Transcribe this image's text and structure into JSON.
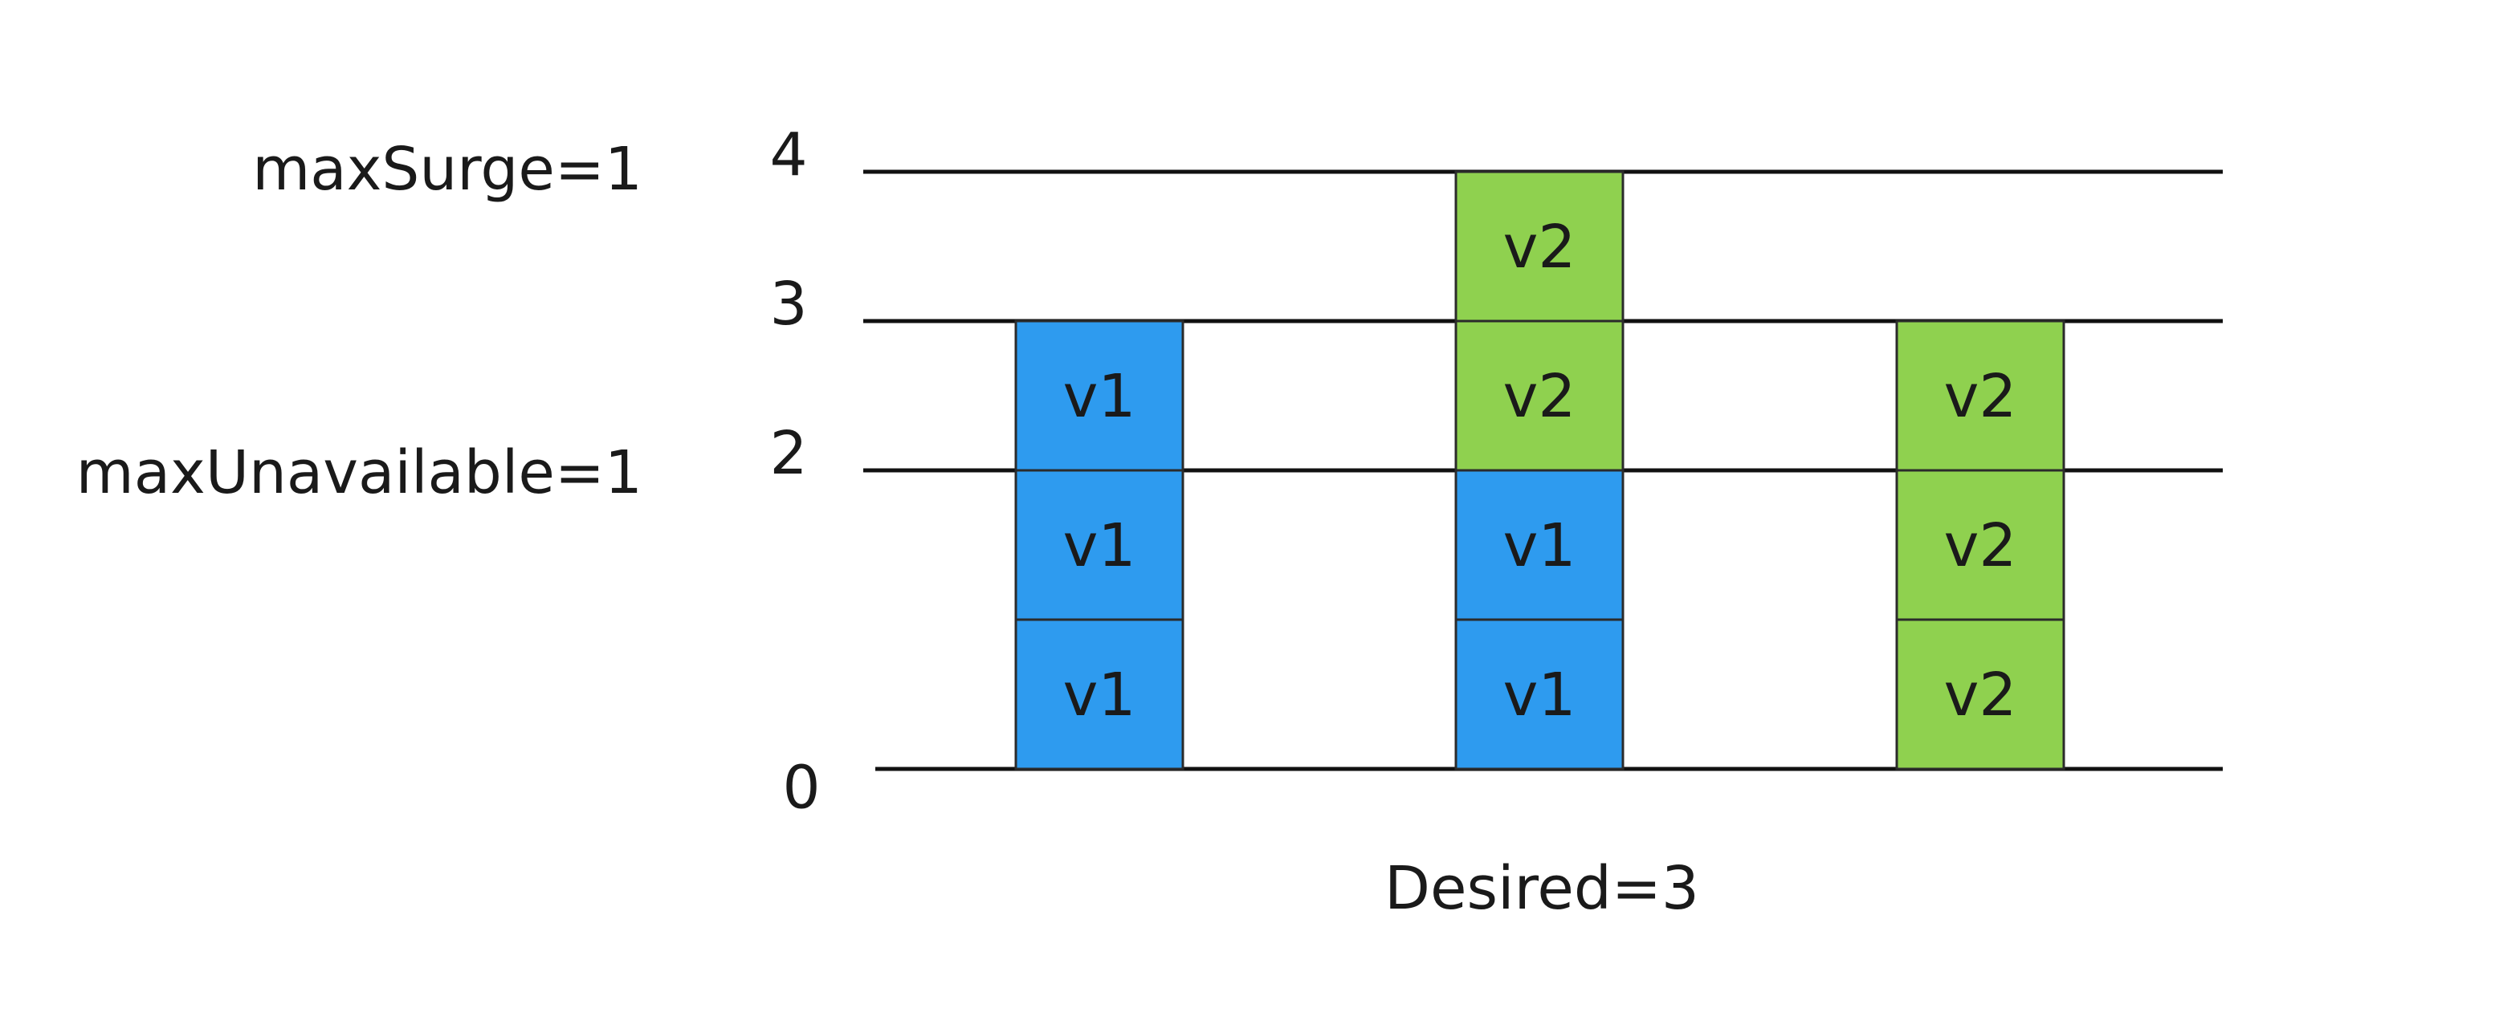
{
  "labels": {
    "max_surge": "maxSurge=1",
    "max_unavailable": "maxUnavailable=1",
    "desired": "Desired=3"
  },
  "levels": [
    {
      "value": 0,
      "label": "0"
    },
    {
      "value": 2,
      "label": "2"
    },
    {
      "value": 3,
      "label": "3"
    },
    {
      "value": 4,
      "label": "4"
    }
  ],
  "colors": {
    "v1": "#2e9bef",
    "v2": "#8fd14f",
    "line": "#111111",
    "text": "#1a1a1a"
  },
  "stages": [
    {
      "pods": [
        "v1",
        "v1",
        "v1"
      ]
    },
    {
      "pods": [
        "v1",
        "v1",
        "v2",
        "v2"
      ]
    },
    {
      "pods": [
        "v2",
        "v2",
        "v2"
      ]
    }
  ]
}
